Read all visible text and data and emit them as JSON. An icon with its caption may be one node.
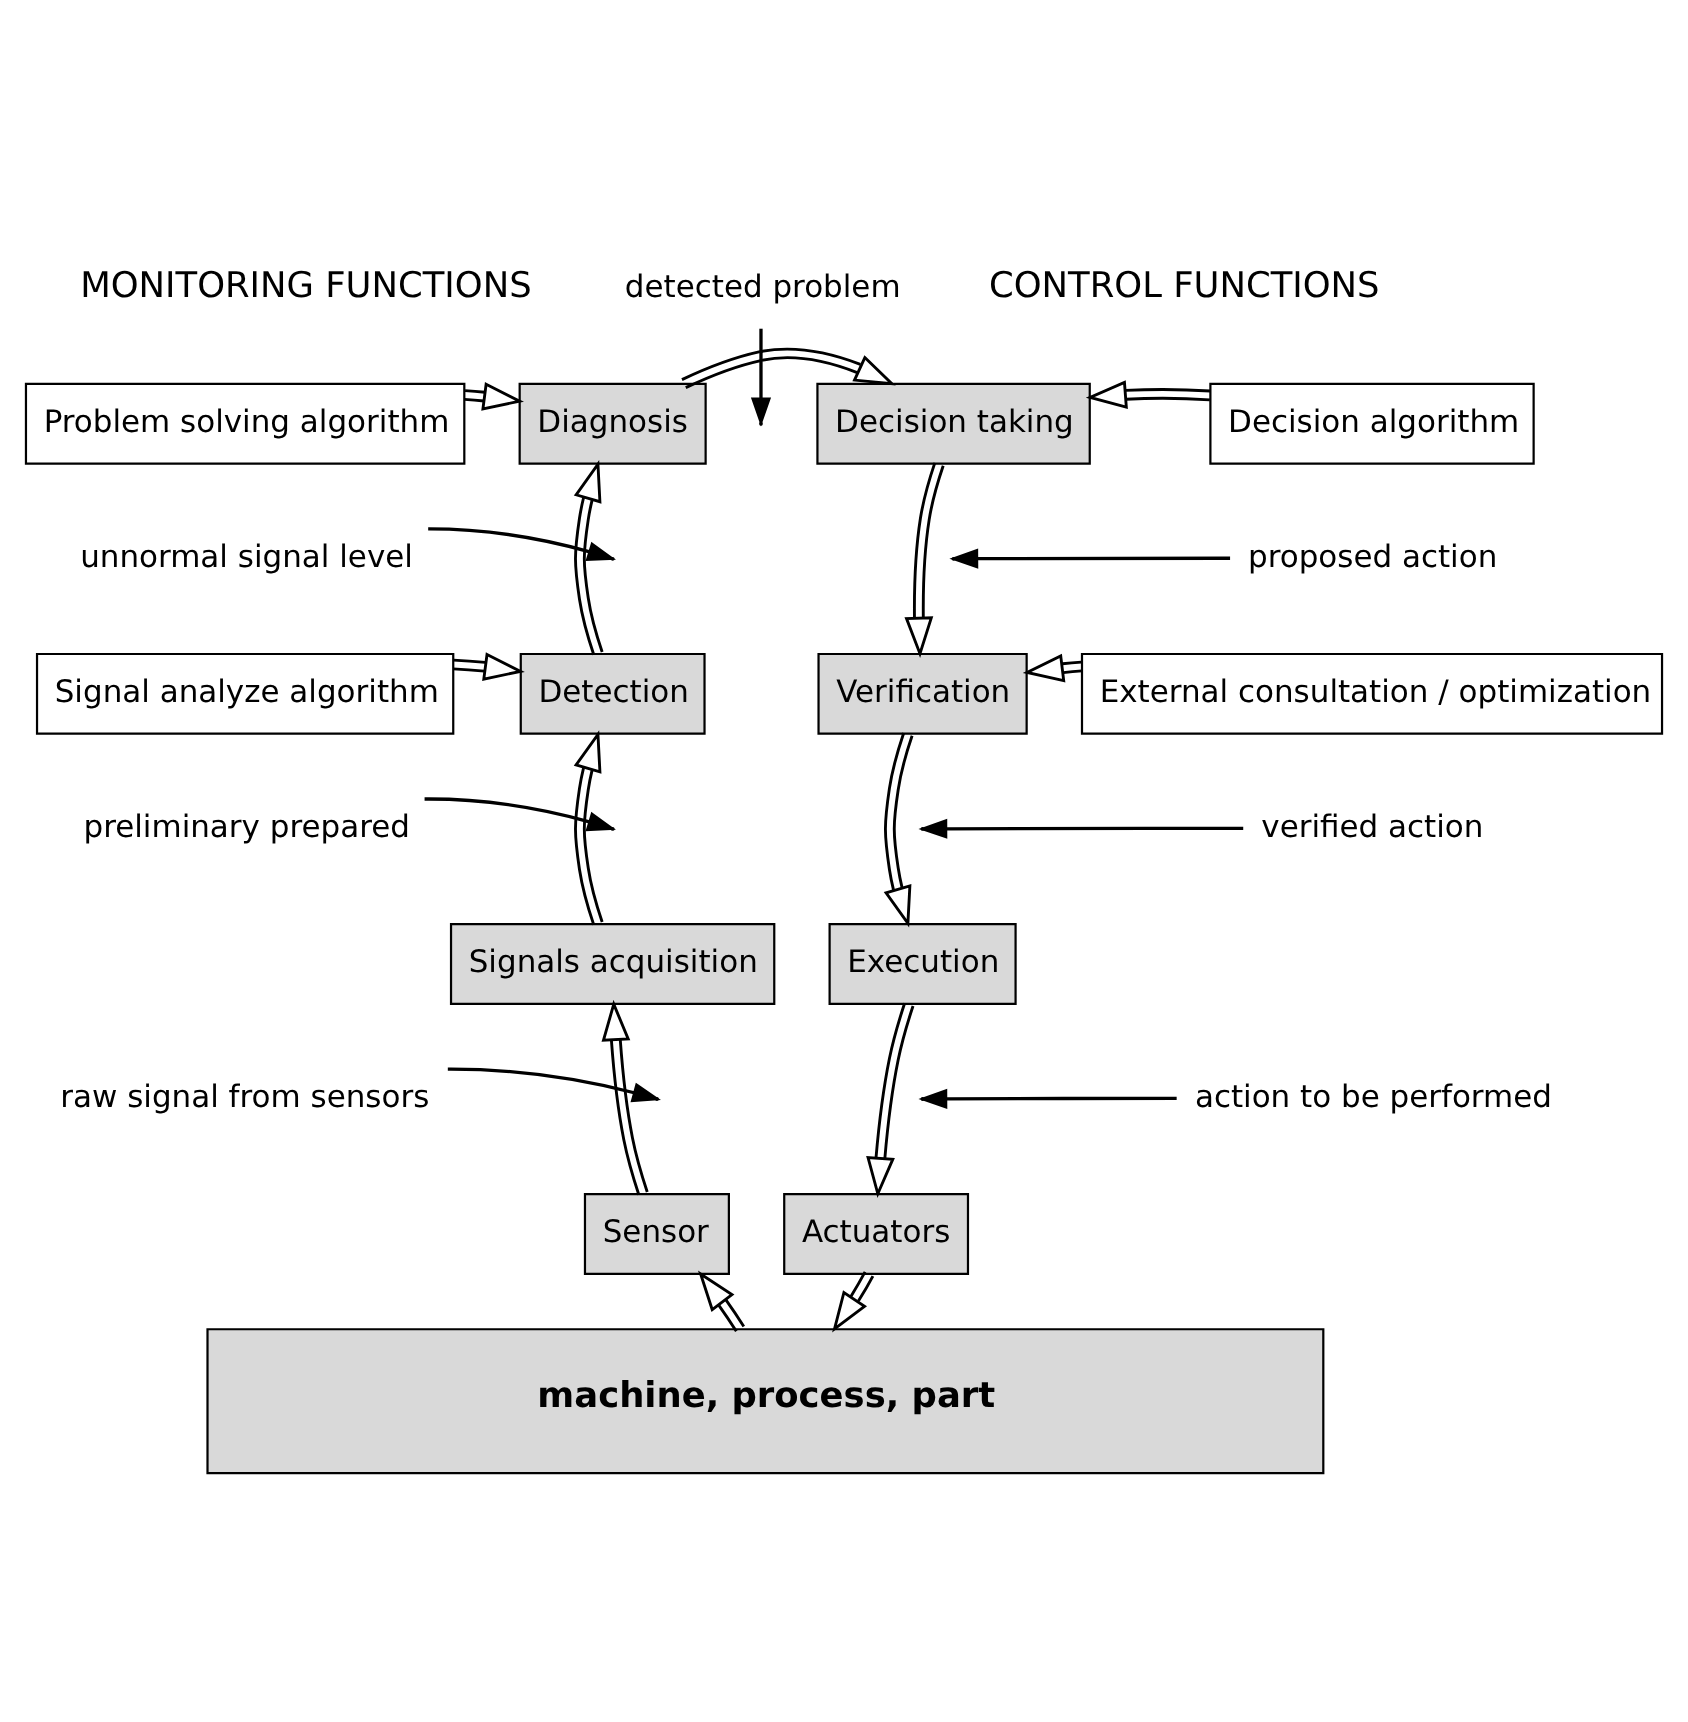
{
  "diagram": {
    "nodes": [
      {
        "text": [
          "Problem solving algorithm"
        ]
      },
      {
        "text": [
          "Diagnosis"
        ]
      },
      {
        "text": [
          "Decision taking"
        ]
      },
      {
        "text": [
          "Decision algorithm"
        ]
      },
      {
        "text": [
          "Signal analyze algorithm"
        ]
      },
      {
        "text": [
          "Detection"
        ]
      },
      {
        "text": [
          "Verification"
        ]
      },
      {
        "text": [
          "External consultation / optimization"
        ]
      },
      {
        "text": [
          "Signals acquisition"
        ]
      },
      {
        "text": [
          "Execution"
        ]
      },
      {
        "text": [
          "Sensor"
        ]
      },
      {
        "text": [
          "Actuators"
        ]
      },
      {
        "text": [
          "machine, process, part"
        ]
      },
      {
        "text": [
          "detected problem"
        ]
      },
      {
        "text": [
          "unnormal signal level"
        ]
      },
      {
        "text": [
          "proposed action"
        ]
      },
      {
        "text": [
          "preliminary prepared"
        ]
      },
      {
        "text": [
          "verified action"
        ]
      },
      {
        "text": [
          "raw signal from sensors"
        ]
      },
      {
        "text": [
          "action to be performed"
        ]
      }
    ],
    "edges": [
      {
        "from": 0,
        "to": 1,
        "arrow": "to"
      },
      {
        "from": 1,
        "to": 2,
        "arrow": "to"
      },
      {
        "from": 3,
        "to": 2,
        "arrow": "to"
      },
      {
        "from": 5,
        "to": 1,
        "arrow": "to"
      },
      {
        "from": 2,
        "to": 6,
        "arrow": "to"
      },
      {
        "from": 4,
        "to": 5,
        "arrow": "to"
      },
      {
        "from": 7,
        "to": 6,
        "arrow": "to"
      },
      {
        "from": 8,
        "to": 5,
        "arrow": "to"
      },
      {
        "from": 6,
        "to": 9,
        "arrow": "to"
      },
      {
        "from": 10,
        "to": 8,
        "arrow": "to"
      },
      {
        "from": 9,
        "to": 11,
        "arrow": "to"
      },
      {
        "from": 12,
        "to": 10,
        "arrow": "to"
      },
      {
        "from": 11,
        "to": 12,
        "arrow": "to"
      },
      {
        "from": 13,
        "to": null,
        "arrow": "to"
      },
      {
        "from": 14,
        "to": null,
        "arrow": "to"
      },
      {
        "from": 15,
        "to": null,
        "arrow": "to"
      },
      {
        "from": 16,
        "to": null,
        "arrow": "to"
      },
      {
        "from": 17,
        "to": null,
        "arrow": "to"
      },
      {
        "from": 18,
        "to": null,
        "arrow": "to"
      },
      {
        "from": 19,
        "to": null,
        "arrow": "to"
      }
    ],
    "labels": [
      "MONITORING FUNCTIONS",
      "CONTROL FUNCTIONS"
    ]
  }
}
